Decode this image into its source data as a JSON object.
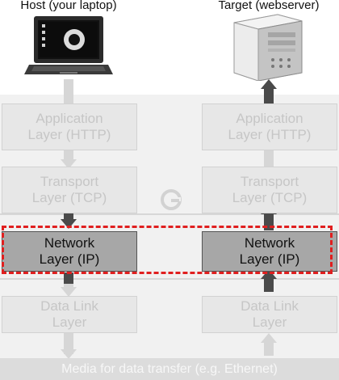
{
  "host": {
    "caption": "Host (your laptop)"
  },
  "target": {
    "caption": "Target (webserver)"
  },
  "host_stack": {
    "application": [
      "Application",
      "Layer (HTTP)"
    ],
    "transport": [
      "Transport",
      "Layer (TCP)"
    ],
    "network": [
      "Network",
      "Layer (IP)"
    ],
    "datalink": [
      "Data Link",
      "Layer"
    ]
  },
  "target_stack": {
    "application": [
      "Application",
      "Layer (HTTP)"
    ],
    "transport": [
      "Transport",
      "Layer (TCP)"
    ],
    "network": [
      "Network",
      "Layer (IP)"
    ],
    "datalink": [
      "Data Link",
      "Layer"
    ]
  },
  "media": "Media for data transfer (e.g. Ethernet)",
  "colors": {
    "highlight": "#e01f1f",
    "active_box": "#a7a7a7",
    "faded_box": "#e7e7e7"
  },
  "icons": [
    "laptop-icon",
    "server-icon",
    "watermark-logo-icon"
  ]
}
